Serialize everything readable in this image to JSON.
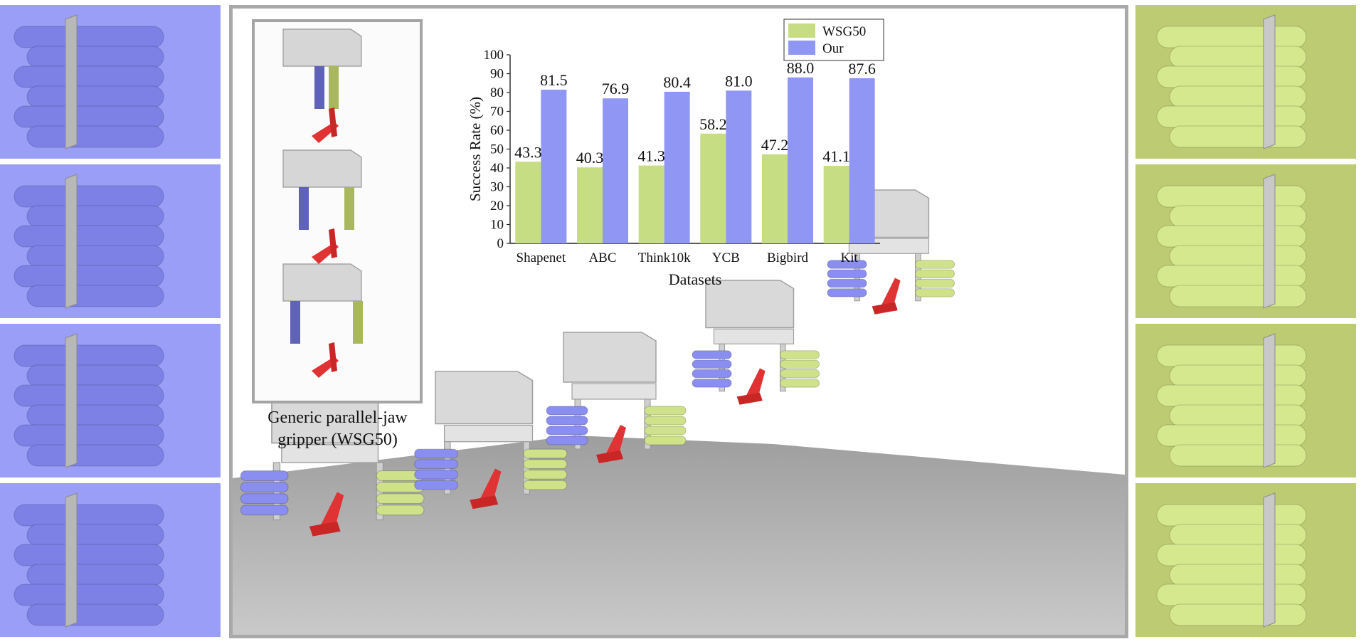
{
  "caption": {
    "line1": "Generic parallel-jaw",
    "line2": "gripper (WSG50)"
  },
  "colors": {
    "wsg50": "#c6dd83",
    "ours": "#9096f3",
    "left_panel_bg": "#9a9ef6",
    "right_panel_bg": "#bdcc72",
    "frame": "#a9a9a9"
  },
  "chart_data": {
    "type": "bar",
    "categories": [
      "Shapenet",
      "ABC",
      "Think10k",
      "YCB",
      "Bigbird",
      "Kit"
    ],
    "series": [
      {
        "name": "WSG50",
        "values": [
          43.3,
          40.3,
          41.3,
          58.2,
          47.2,
          41.1
        ]
      },
      {
        "name": "Our",
        "values": [
          81.5,
          76.9,
          80.4,
          81.0,
          88.0,
          87.6
        ]
      }
    ],
    "xlabel": "Datasets",
    "ylabel": "Success Rate (%)",
    "ylim": [
      0,
      100
    ],
    "yticks": [
      "0",
      "10",
      "20",
      "30",
      "40",
      "50",
      "60",
      "70",
      "80",
      "90",
      "100"
    ],
    "grid": false,
    "legend": "top-right",
    "value_labels": [
      "43.3",
      "40.3",
      "41.3",
      "58.2",
      "47.2",
      "41.1",
      "81.5",
      "76.9",
      "80.4",
      "81.0",
      "88.0",
      "87.6"
    ]
  }
}
